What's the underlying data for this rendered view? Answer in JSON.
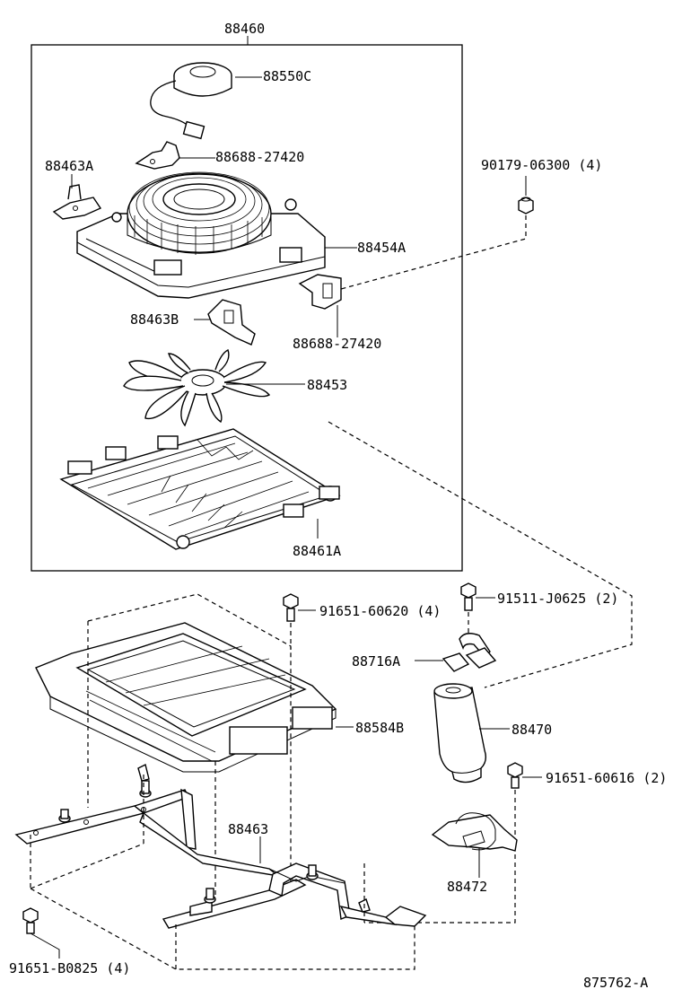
{
  "labels": {
    "assembly": "88460",
    "motor": "88550C",
    "bracket_top": "88688-27420",
    "bracket_left": "88463A",
    "bolt_90179": "90179-06300 (4)",
    "shroud": "88454A",
    "bracket_lower_left": "88463B",
    "bracket_lower_right": "88688-27420",
    "fan": "88453",
    "condenser": "88461A",
    "bolt_91651_60620": "91651-60620 (4)",
    "bolt_91511": "91511-J0625 (2)",
    "bracket_88716": "88716A",
    "cover": "88584B",
    "receiver": "88470",
    "bolt_91651_60616": "91651-60616 (2)",
    "frame": "88463",
    "clamp": "88472",
    "bolt_91651_b0825": "91651-B0825 (4)",
    "diagram_code": "875762-A"
  }
}
